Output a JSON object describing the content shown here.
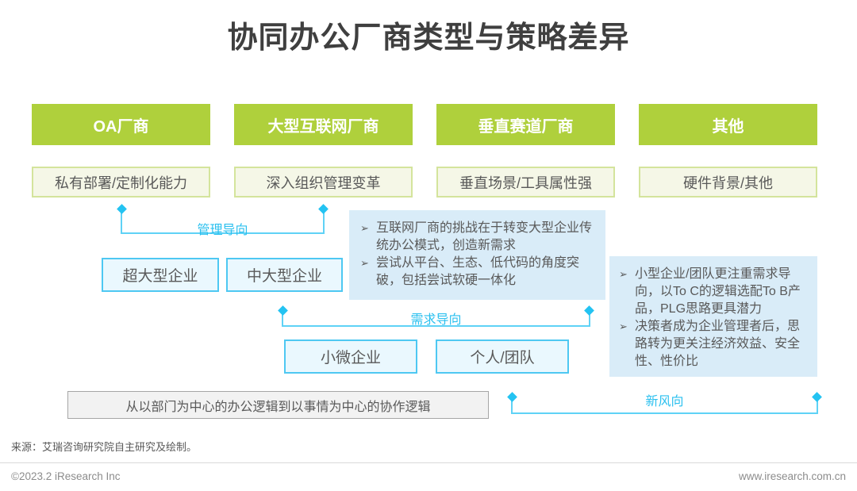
{
  "title": "协同办公厂商类型与策略差异",
  "columns": [
    {
      "header": "OA厂商",
      "trait": "私有部署/定制化能力"
    },
    {
      "header": "大型互联网厂商",
      "trait": "深入组织管理变革"
    },
    {
      "header": "垂直赛道厂商",
      "trait": "垂直场景/工具属性强"
    },
    {
      "header": "其他",
      "trait": "硬件背景/其他"
    }
  ],
  "connectors": {
    "management": "管理导向",
    "demand": "需求导向",
    "new_trend": "新风向"
  },
  "segments": {
    "xl_enterprise": "超大型企业",
    "mid_large_enterprise": "中大型企业",
    "micro_enterprise": "小微企业",
    "personal_team": "个人/团队"
  },
  "bullet_glyph": "➢",
  "panels": {
    "internet_vendor": {
      "bullets": [
        "互联网厂商的挑战在于转变大型企业传统办公模式，创造新需求",
        "尝试从平台、生态、低代码的角度突破，包括尝试软硬一体化"
      ]
    },
    "small_team": {
      "bullets": [
        "小型企业/团队更注重需求导向，以To C的逻辑选配To B产品，PLG思路更具潜力",
        "决策者成为企业管理者后，思路转为更关注经济效益、安全性、性价比"
      ]
    }
  },
  "note": "从以部门为中心的办公逻辑到以事情为中心的协作逻辑",
  "source": "来源：艾瑞咨询研究院自主研究及绘制。",
  "footer": {
    "left": "©2023.2 iResearch Inc",
    "right": "www.iresearch.com.cn"
  },
  "colors": {
    "green": "#AFD03C",
    "light_green_fill": "#F5F7E7",
    "cyan": "#23C3F2",
    "panel_blue": "#D9ECF8",
    "segment_fill": "#EAF8FE",
    "note_gray": "#F2F2F2"
  }
}
